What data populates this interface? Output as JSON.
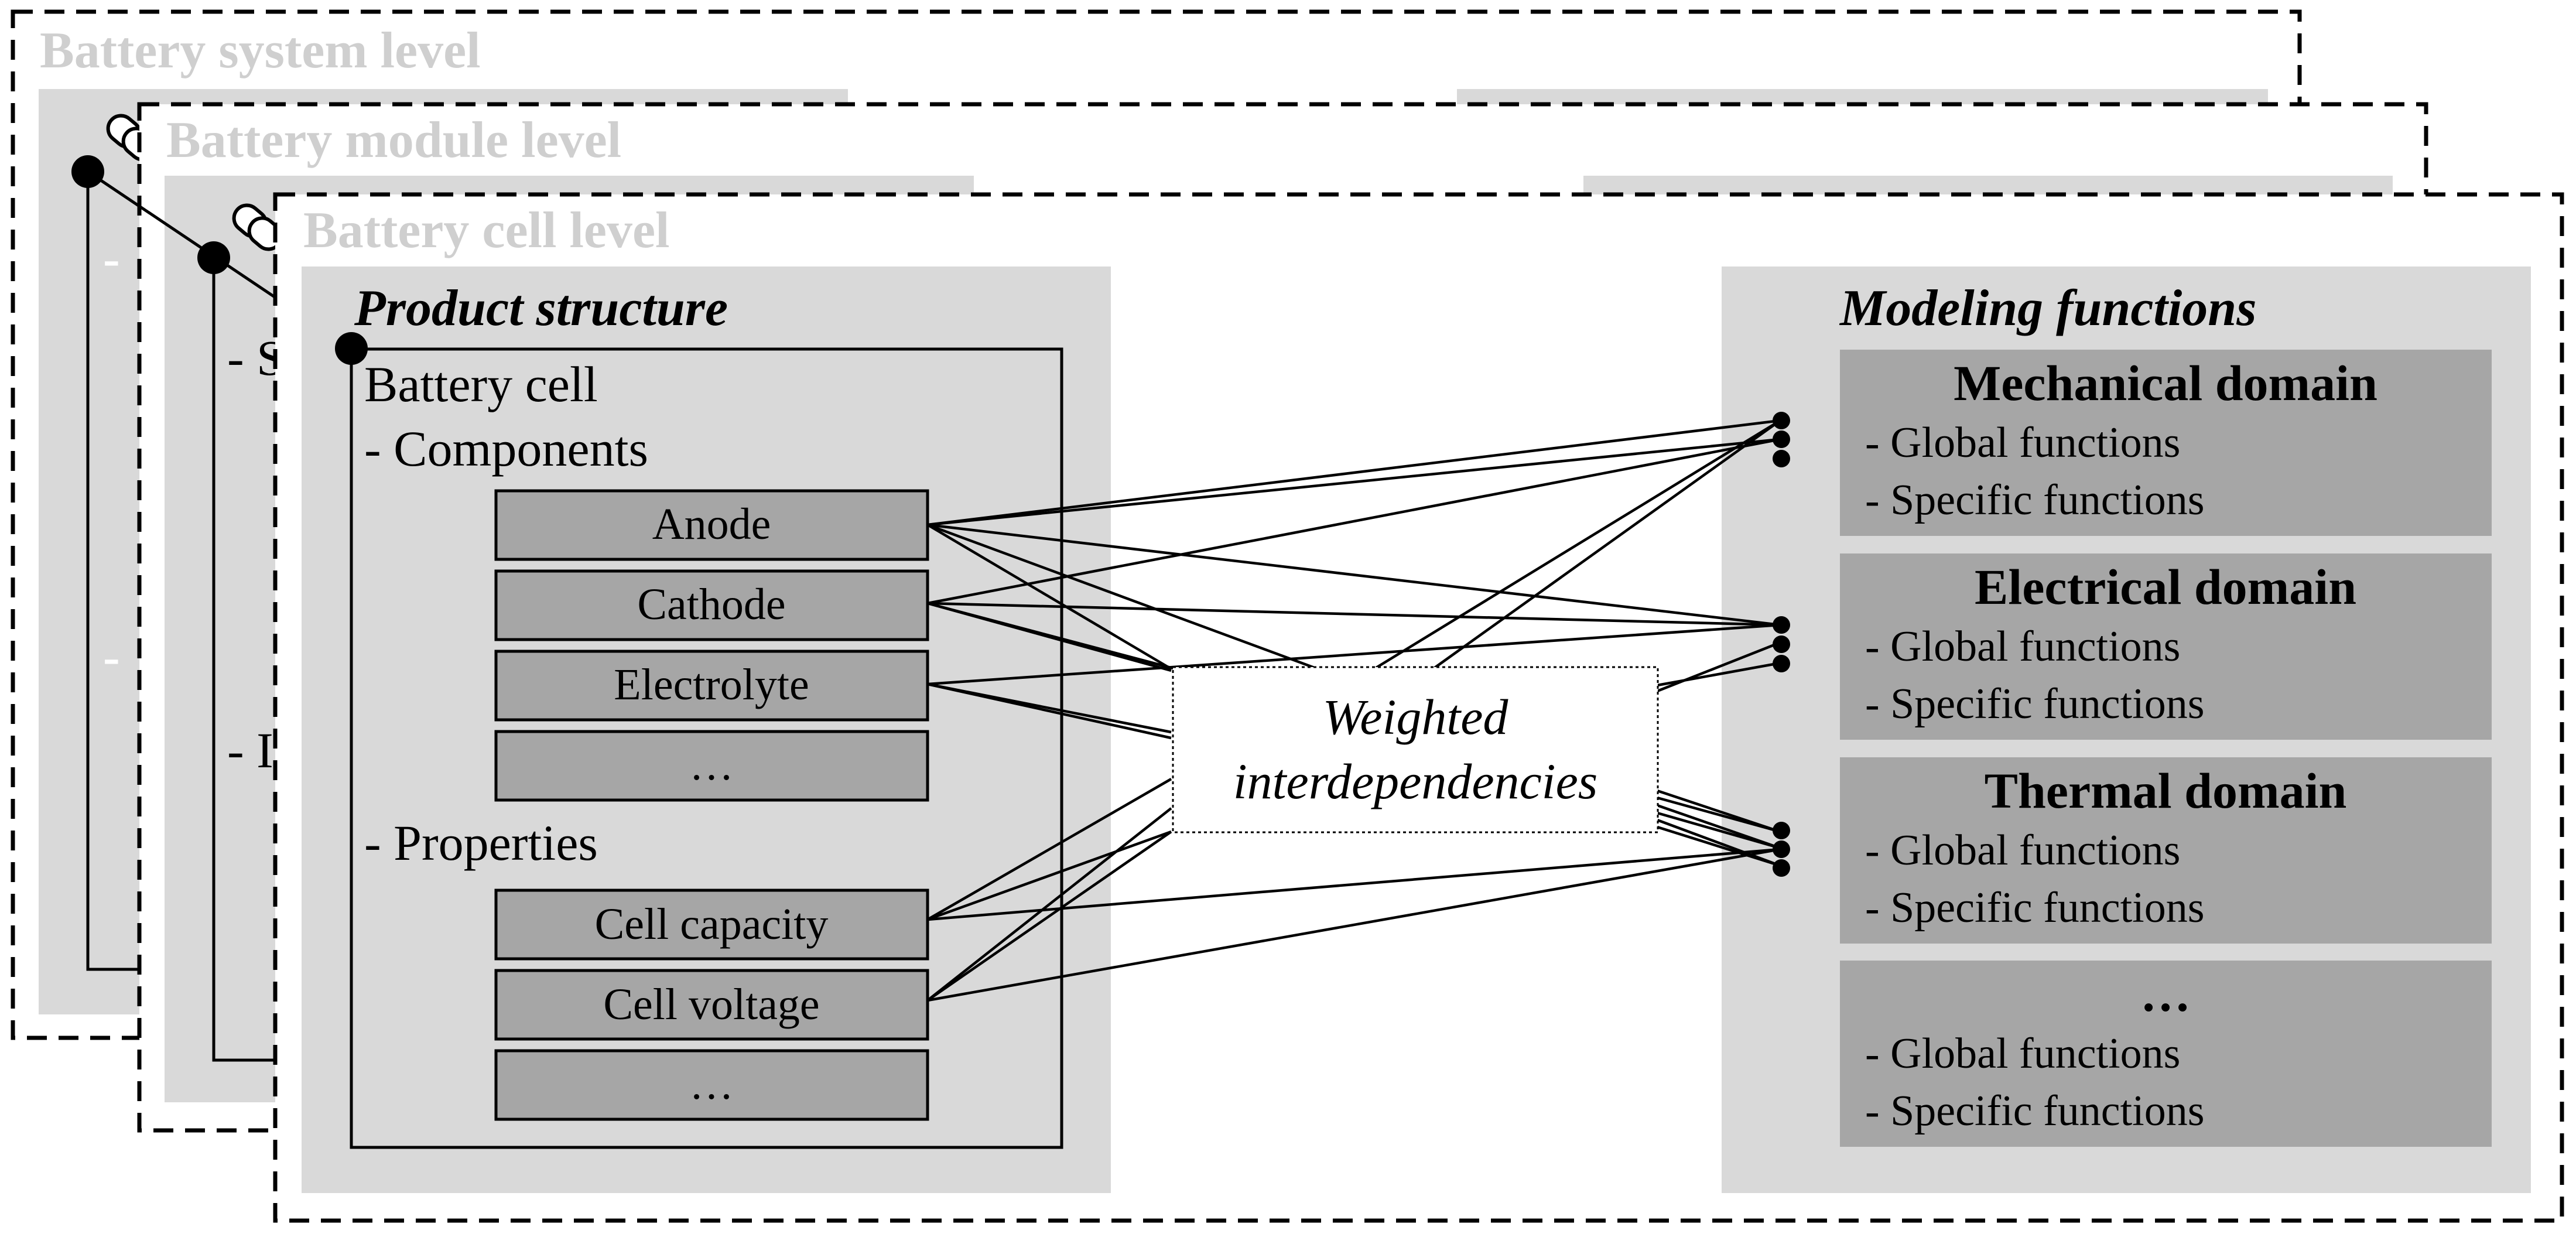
{
  "levels": {
    "system": "Battery system level",
    "module": "Battery module level",
    "cell": "Battery cell level"
  },
  "product_structure": {
    "title": "Product structure",
    "item": "Battery cell",
    "components_label": "- Components",
    "components": [
      "Anode",
      "Cathode",
      "Electrolyte",
      "…"
    ],
    "properties_label": "- Properties",
    "properties": [
      "Cell capacity",
      "Cell voltage",
      "…"
    ]
  },
  "center": {
    "line1": "Weighted",
    "line2": "interdependencies"
  },
  "modeling": {
    "title": "Modeling functions",
    "domains": [
      {
        "name": "Mechanical domain",
        "global": "- Global functions",
        "specific": "- Specific functions"
      },
      {
        "name": "Electrical domain",
        "global": "- Global functions",
        "specific": "- Specific functions"
      },
      {
        "name": "Thermal domain",
        "global": "- Global functions",
        "specific": "- Specific functions"
      },
      {
        "name": "…",
        "global": "- Global functions",
        "specific": "- Specific functions"
      }
    ]
  },
  "colors": {
    "panel": "#d9d9d9",
    "box": "#a6a6a6",
    "level_title": "#cfcfcf",
    "line": "#000000"
  },
  "icons": [
    "link-icon"
  ]
}
